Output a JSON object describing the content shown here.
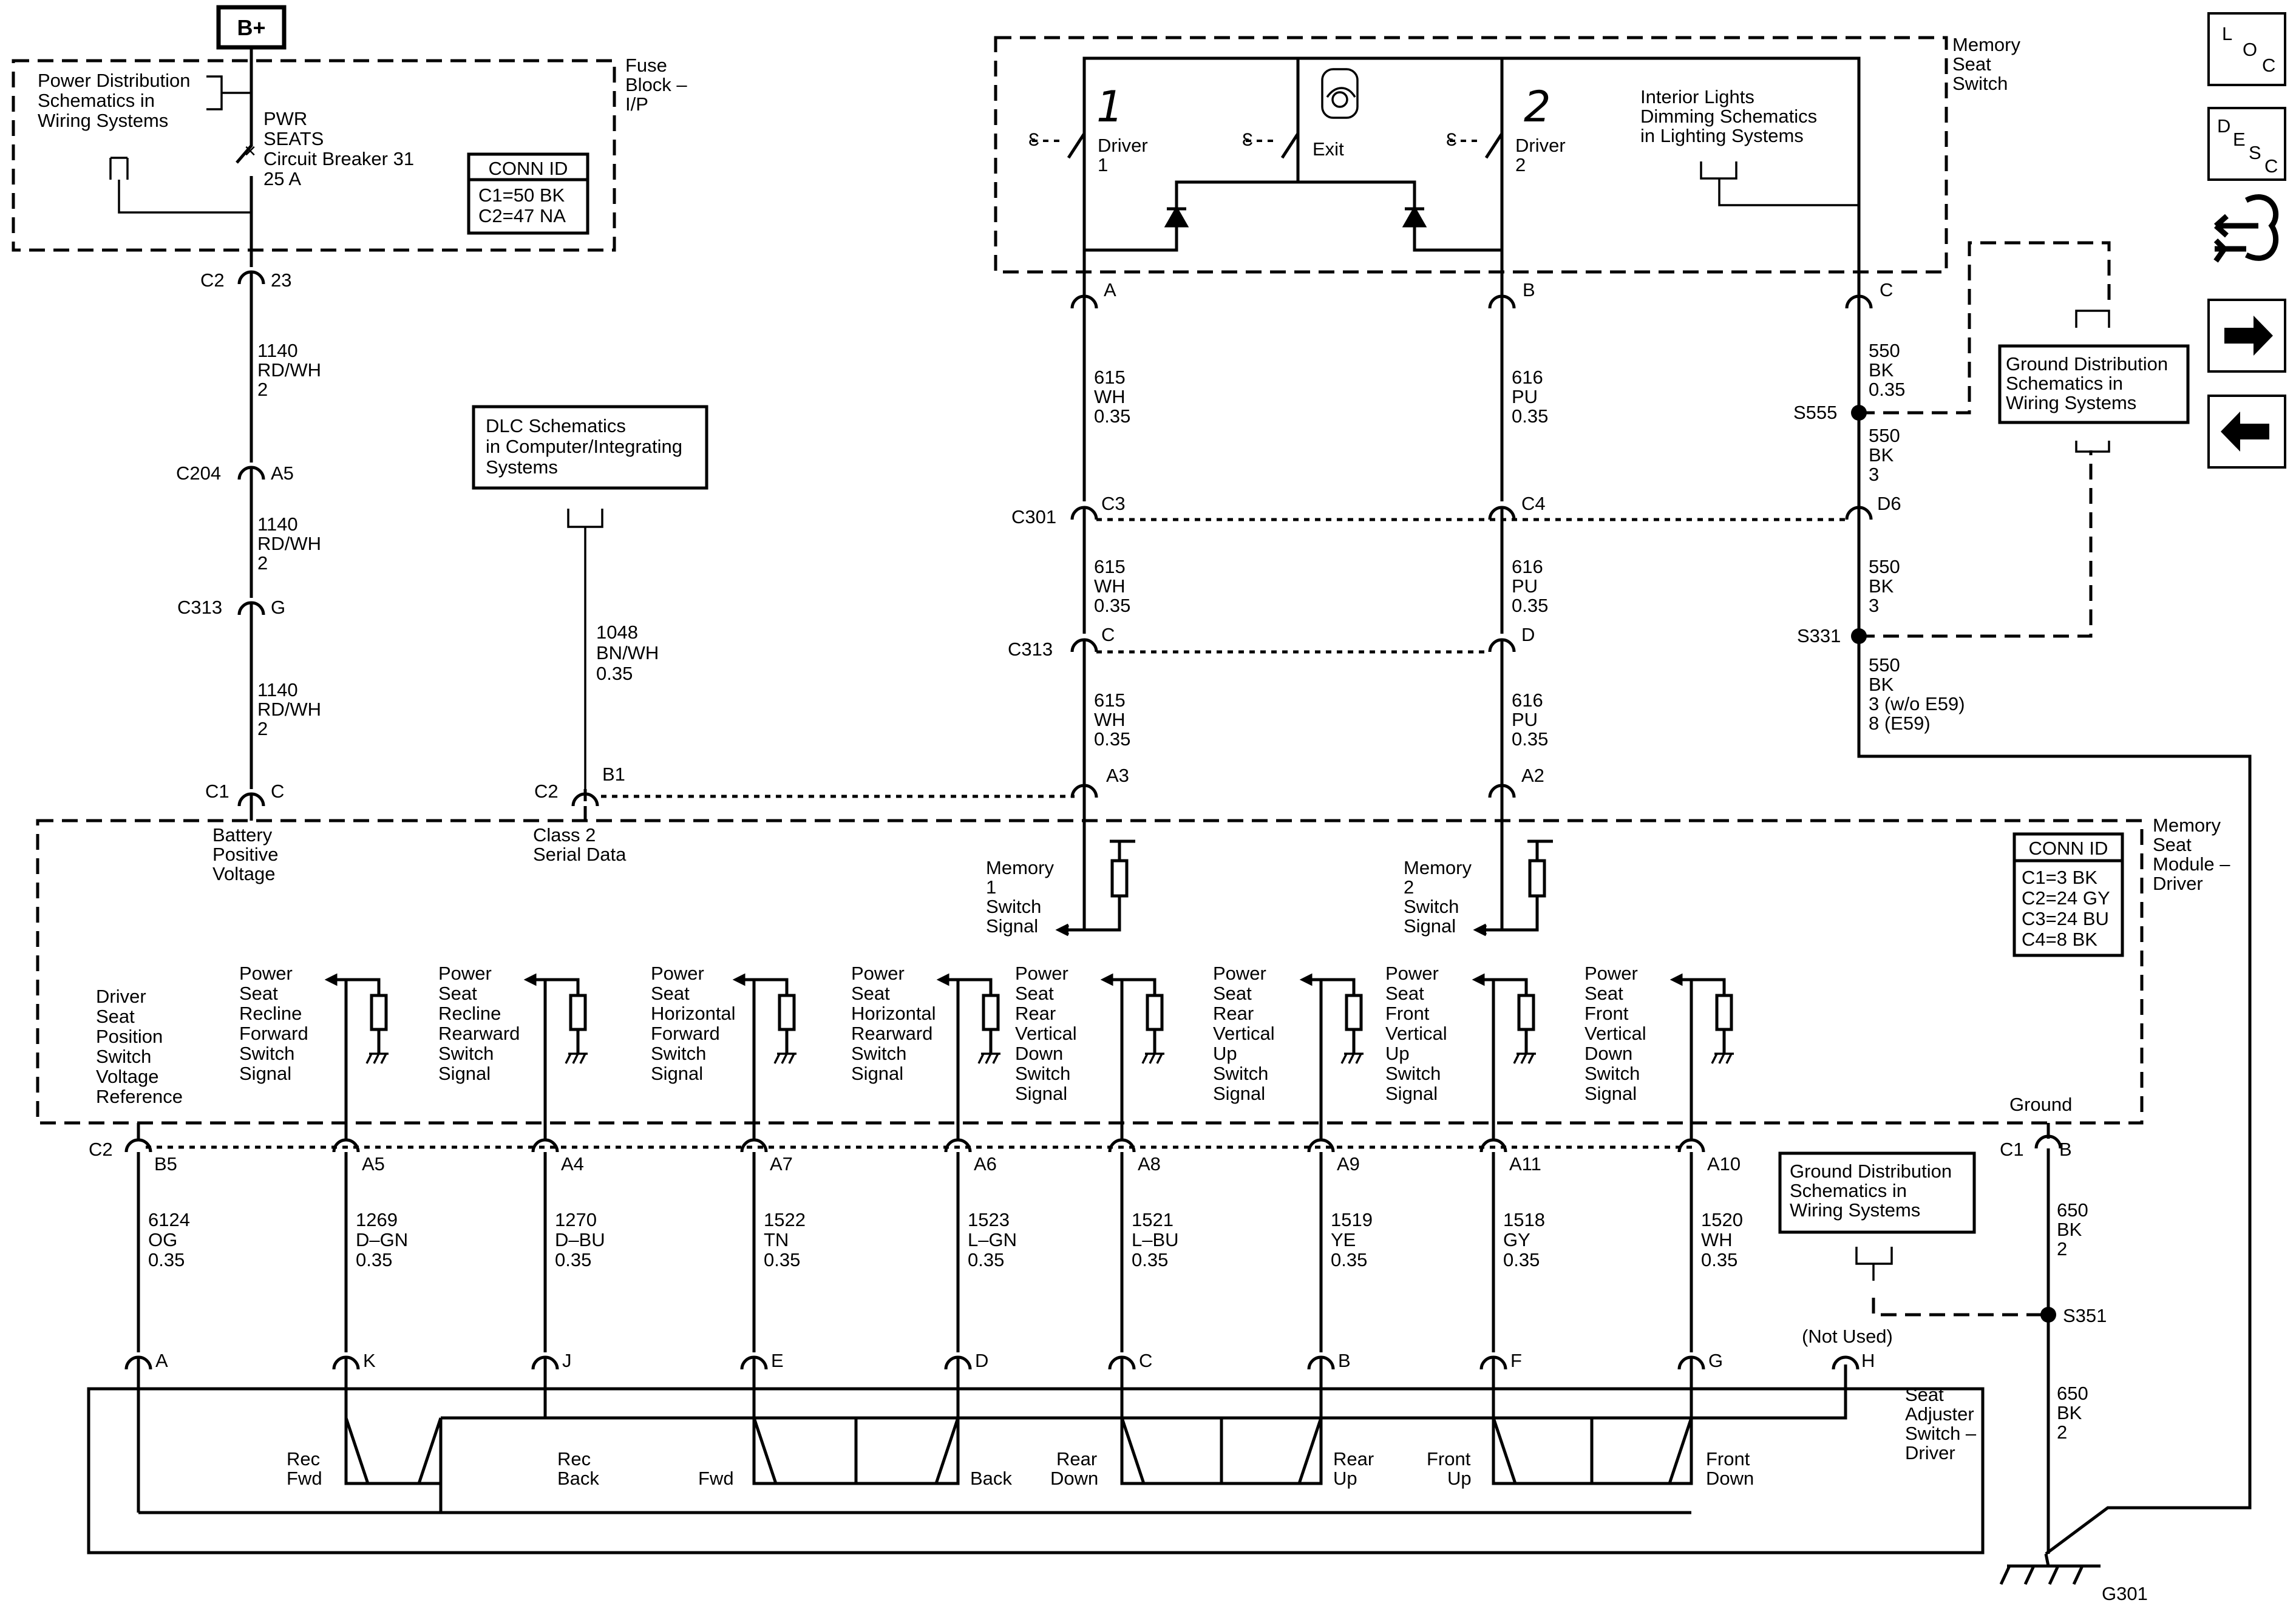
{
  "battery_label": "B+",
  "fuse_block": {
    "lines": [
      "Fuse",
      "Block –",
      "I/P"
    ],
    "pds_ref": [
      "Power Distribution",
      "Schematics in",
      "Wiring Systems"
    ],
    "breaker": [
      "PWR",
      "SEATS",
      "Circuit Breaker 31",
      "25 A"
    ],
    "conn_title": "CONN ID",
    "conn_rows": [
      "C1=50 BK",
      "C2=47 NA"
    ]
  },
  "battery_circuit": {
    "c2": "C2",
    "c2_pin": "23",
    "wire1": [
      "1140",
      "RD/WH",
      "2"
    ],
    "c204": "C204",
    "c204_pin": "A5",
    "wire2": [
      "1140",
      "RD/WH",
      "2"
    ],
    "c313": "C313",
    "c313_pin": "G",
    "wire3": [
      "1140",
      "RD/WH",
      "2"
    ],
    "c1": "C1",
    "c1_pin": "C",
    "module_label": [
      "Battery",
      "Positive",
      "Voltage"
    ]
  },
  "dlc": {
    "ref": [
      "DLC Schematics",
      "in Computer/Integrating",
      "Systems"
    ],
    "wire": [
      "1048",
      "BN/WH",
      "0.35"
    ],
    "conn": "C2",
    "pin": "B1",
    "module_label": [
      "Class 2",
      "Serial Data"
    ]
  },
  "memory_switch": {
    "title": [
      "Memory",
      "Seat",
      "Switch"
    ],
    "driver1": [
      "Driver",
      "1"
    ],
    "exit": "Exit",
    "driver2": [
      "Driver",
      "2"
    ],
    "interior_ref": [
      "Interior Lights",
      "Dimming Schematics",
      "in Lighting Systems"
    ],
    "pin_a": "A",
    "pin_b": "B",
    "pin_c": "C"
  },
  "memory1_circuit": {
    "wire1": [
      "615",
      "WH",
      "0.35"
    ],
    "c301": "C301",
    "c301_pin": "C3",
    "wire2": [
      "615",
      "WH",
      "0.35"
    ],
    "c313": "C313",
    "c313_pin": "C",
    "wire3": [
      "615",
      "WH",
      "0.35"
    ],
    "module_pin": "A3",
    "module_label": [
      "Memory",
      "1",
      "Switch",
      "Signal"
    ]
  },
  "memory2_circuit": {
    "wire1": [
      "616",
      "PU",
      "0.35"
    ],
    "c301_pin": "C4",
    "wire2": [
      "616",
      "PU",
      "0.35"
    ],
    "c313_pin": "D",
    "wire3": [
      "616",
      "PU",
      "0.35"
    ],
    "module_pin": "A2",
    "module_label": [
      "Memory",
      "2",
      "Switch",
      "Signal"
    ]
  },
  "ground_circuit": {
    "wire1": [
      "550",
      "BK",
      "0.35"
    ],
    "s555": "S555",
    "wire2": [
      "550",
      "BK",
      "3"
    ],
    "c301_pin": "D6",
    "wire3": [
      "550",
      "BK",
      "3"
    ],
    "s331": "S331",
    "wire4": [
      "550",
      "BK",
      "3 (w/o E59)",
      "8 (E59)"
    ],
    "ground_ref": [
      "Ground Distribution",
      "Schematics in",
      "Wiring Systems"
    ]
  },
  "module": {
    "title": [
      "Memory",
      "Seat",
      "Module –",
      "Driver"
    ],
    "conn_title": "CONN ID",
    "conn_rows": [
      "C1=3 BK",
      "C2=24 GY",
      "C3=24 BU",
      "C4=8 BK"
    ],
    "ground_label": "Ground",
    "c2": "C2",
    "c1": "C1",
    "c1_pin": "B"
  },
  "signals": [
    {
      "label": [
        "Driver",
        "Seat",
        "Position",
        "Switch",
        "Voltage",
        "Reference"
      ],
      "pin": "B5",
      "wire": [
        "6124",
        "OG",
        "0.35"
      ],
      "sw_pin": "A"
    },
    {
      "label": [
        "Power",
        "Seat",
        "Recline",
        "Forward",
        "Switch",
        "Signal"
      ],
      "pin": "A5",
      "wire": [
        "1269",
        "D–GN",
        "0.35"
      ],
      "sw_pin": "K"
    },
    {
      "label": [
        "Power",
        "Seat",
        "Recline",
        "Rearward",
        "Switch",
        "Signal"
      ],
      "pin": "A4",
      "wire": [
        "1270",
        "D–BU",
        "0.35"
      ],
      "sw_pin": "J"
    },
    {
      "label": [
        "Power",
        "Seat",
        "Horizontal",
        "Forward",
        "Switch",
        "Signal"
      ],
      "pin": "A7",
      "wire": [
        "1522",
        "TN",
        "0.35"
      ],
      "sw_pin": "E"
    },
    {
      "label": [
        "Power",
        "Seat",
        "Horizontal",
        "Rearward",
        "Switch",
        "Signal"
      ],
      "pin": "A6",
      "wire": [
        "1523",
        "L–GN",
        "0.35"
      ],
      "sw_pin": "D"
    },
    {
      "label": [
        "Power",
        "Seat",
        "Rear",
        "Vertical",
        "Down",
        "Switch",
        "Signal"
      ],
      "pin": "A8",
      "wire": [
        "1521",
        "L–BU",
        "0.35"
      ],
      "sw_pin": "C"
    },
    {
      "label": [
        "Power",
        "Seat",
        "Rear",
        "Vertical",
        "Up",
        "Switch",
        "Signal"
      ],
      "pin": "A9",
      "wire": [
        "1519",
        "YE",
        "0.35"
      ],
      "sw_pin": "B"
    },
    {
      "label": [
        "Power",
        "Seat",
        "Front",
        "Vertical",
        "Up",
        "Switch",
        "Signal"
      ],
      "pin": "A11",
      "wire": [
        "1518",
        "GY",
        "0.35"
      ],
      "sw_pin": "F"
    },
    {
      "label": [
        "Power",
        "Seat",
        "Front",
        "Vertical",
        "Down",
        "Switch",
        "Signal"
      ],
      "pin": "A10",
      "wire": [
        "1520",
        "WH",
        "0.35"
      ],
      "sw_pin": "G"
    }
  ],
  "seat_switch": {
    "title": [
      "Seat",
      "Adjuster",
      "Switch –",
      "Driver"
    ],
    "rec_fwd": [
      "Rec",
      "Fwd"
    ],
    "rec_back": [
      "Rec",
      "Back"
    ],
    "fwd": "Fwd",
    "back": "Back",
    "rear_down": [
      "Rear",
      "Down"
    ],
    "rear_up": [
      "Rear",
      "Up"
    ],
    "front_up": [
      "Front",
      "Up"
    ],
    "front_down": [
      "Front",
      "Down"
    ],
    "not_used": "(Not Used)",
    "pin_h": "H"
  },
  "lower_ground": {
    "ref": [
      "Ground Distribution",
      "Schematics in",
      "Wiring Systems"
    ],
    "wire1": [
      "650",
      "BK",
      "2"
    ],
    "s351": "S351",
    "wire2": [
      "650",
      "BK",
      "2"
    ],
    "g301": "G301"
  },
  "nav_icons": {
    "loc": [
      "L",
      "O",
      "C"
    ],
    "desc": [
      "D",
      "E",
      "S",
      "C"
    ],
    "icons": [
      "loc-icon",
      "desc-icon",
      "tools-icon",
      "next-page-icon",
      "previous-page-icon"
    ]
  }
}
